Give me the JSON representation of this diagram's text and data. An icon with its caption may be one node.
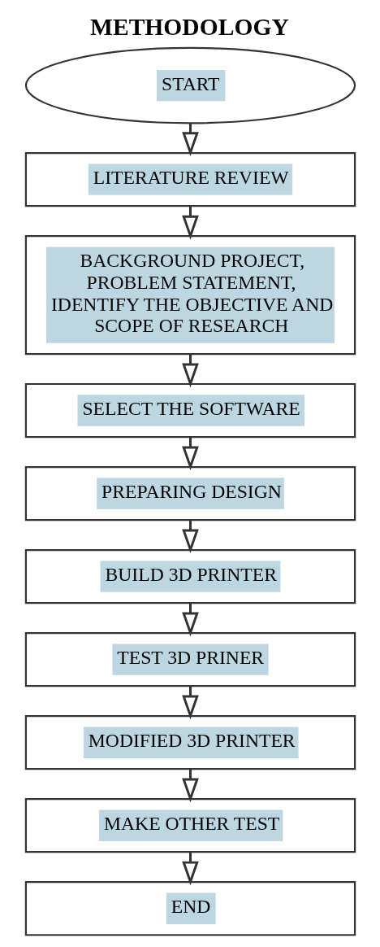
{
  "diagram": {
    "title": "METHODOLOGY",
    "nodes": [
      {
        "text": [
          "START"
        ]
      },
      {
        "text": [
          "LITERATURE REVIEW"
        ]
      },
      {
        "text": [
          "BACKGROUND PROJECT, PROBLEM STATEMENT, IDENTIFY THE OBJECTIVE AND SCOPE OF RESEARCH"
        ]
      },
      {
        "text": [
          "SELECT THE SOFTWARE"
        ]
      },
      {
        "text": [
          "PREPARING DESIGN"
        ]
      },
      {
        "text": [
          "BUILD 3D PRINTER"
        ]
      },
      {
        "text": [
          "TEST 3D PRINER"
        ]
      },
      {
        "text": [
          "MODIFIED 3D PRINTER"
        ]
      },
      {
        "text": [
          "MAKE OTHER TEST"
        ]
      },
      {
        "text": [
          "END"
        ]
      }
    ],
    "edges": [
      {
        "from": 0,
        "to": 1,
        "arrow": "to"
      },
      {
        "from": 1,
        "to": 2,
        "arrow": "to"
      },
      {
        "from": 2,
        "to": 3,
        "arrow": "to"
      },
      {
        "from": 3,
        "to": 4,
        "arrow": "to"
      },
      {
        "from": 4,
        "to": 5,
        "arrow": "to"
      },
      {
        "from": 5,
        "to": 6,
        "arrow": "to"
      },
      {
        "from": 6,
        "to": 7,
        "arrow": "to"
      },
      {
        "from": 7,
        "to": 8,
        "arrow": "to"
      },
      {
        "from": 8,
        "to": 9,
        "arrow": "to"
      }
    ]
  }
}
